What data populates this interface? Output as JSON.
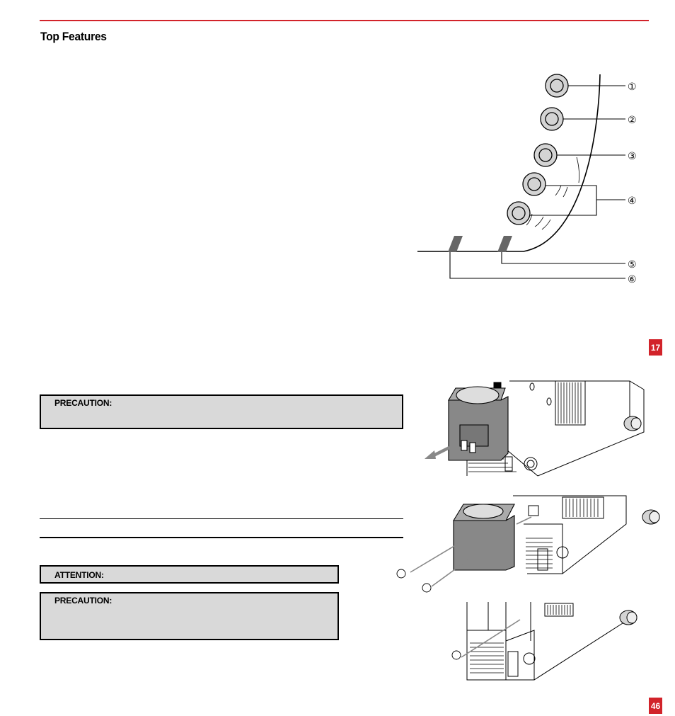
{
  "header": {
    "title": "Top Features"
  },
  "callouts": [
    "①",
    "②",
    "③",
    "④",
    "⑤",
    "⑥"
  ],
  "page_tabs": {
    "upper": "17",
    "lower": "46"
  },
  "notes": {
    "precaution_top": "PRECAUTION:",
    "attention": "ATTENTION:",
    "precaution_bottom": "PRECAUTION:"
  },
  "colors": {
    "accent": "#d2232a",
    "note_fill": "#d9d9d9",
    "button_fill": "#d4d4d4"
  }
}
